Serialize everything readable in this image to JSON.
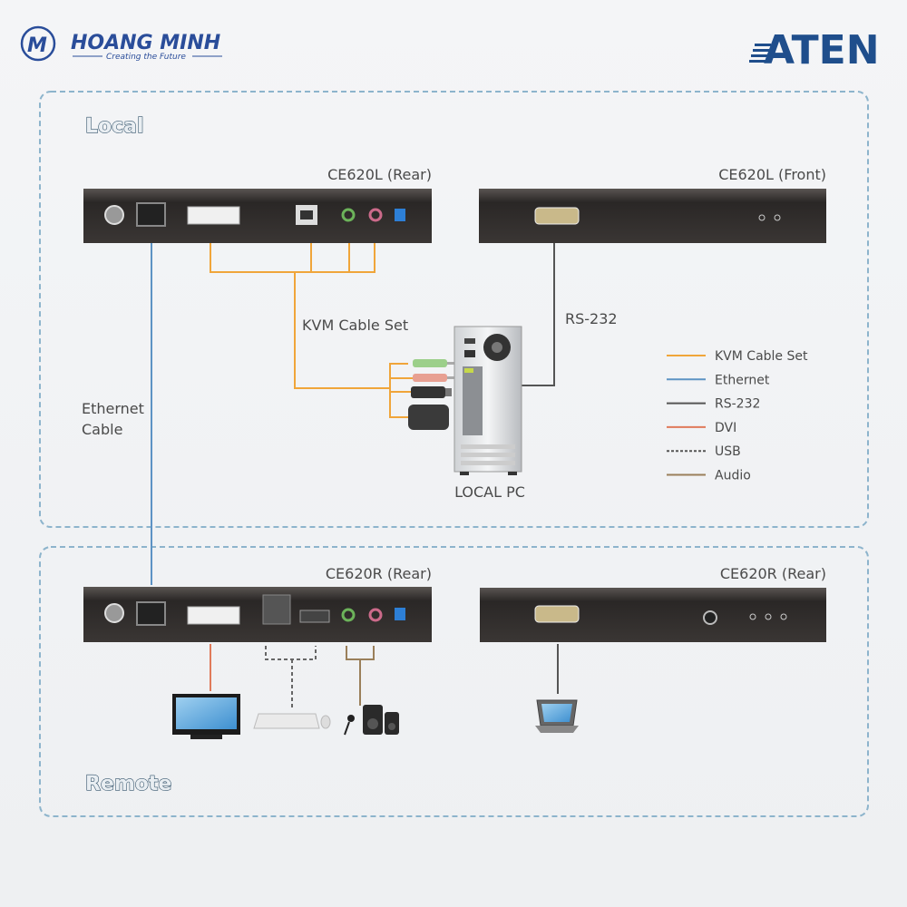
{
  "header": {
    "brand_left": "HOANG MINH",
    "brand_left_tagline": "Creating the Future",
    "brand_right": "ATEN"
  },
  "local": {
    "title": "Local",
    "rear_device": "CE620L (Rear)",
    "front_device": "CE620L (Front)",
    "kvm_label": "KVM Cable Set",
    "rs232_label": "RS-232",
    "ethernet_label_1": "Ethernet",
    "ethernet_label_2": "Cable",
    "pc_label": "LOCAL PC"
  },
  "remote": {
    "title": "Remote",
    "rear_device": "CE620R (Rear)",
    "second_device": "CE620R (Rear)"
  },
  "legend": [
    {
      "label": "KVM Cable Set",
      "color": "#f0a53a",
      "style": "solid"
    },
    {
      "label": "Ethernet",
      "color": "#5d93c4",
      "style": "solid"
    },
    {
      "label": "RS-232",
      "color": "#555555",
      "style": "solid"
    },
    {
      "label": "DVI",
      "color": "#e07a5a",
      "style": "solid"
    },
    {
      "label": "USB",
      "color": "#555555",
      "style": "dashed"
    },
    {
      "label": "Audio",
      "color": "#9a7f5a",
      "style": "solid"
    }
  ]
}
